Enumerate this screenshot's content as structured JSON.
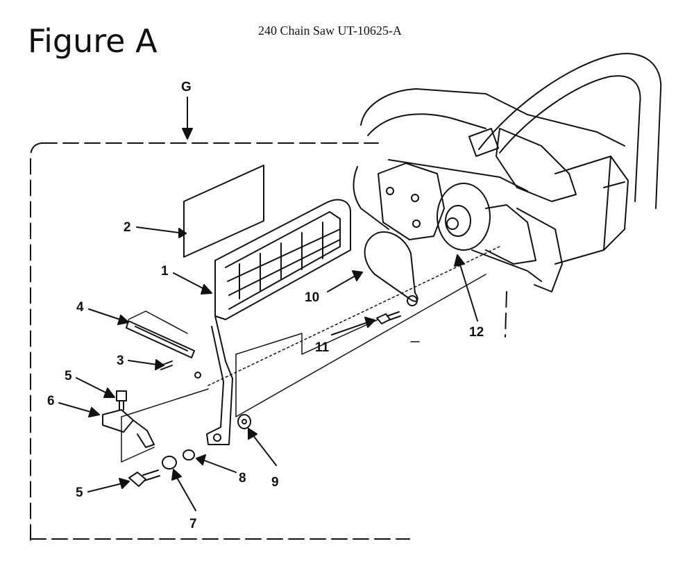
{
  "header": {
    "figure_label": "Figure A",
    "document_title": "240 Chain Saw UT-10625-A"
  },
  "view_marker": "G",
  "callouts": [
    "1",
    "2",
    "3",
    "4",
    "5",
    "6",
    "5",
    "7",
    "8",
    "9",
    "10",
    "11",
    "12"
  ]
}
